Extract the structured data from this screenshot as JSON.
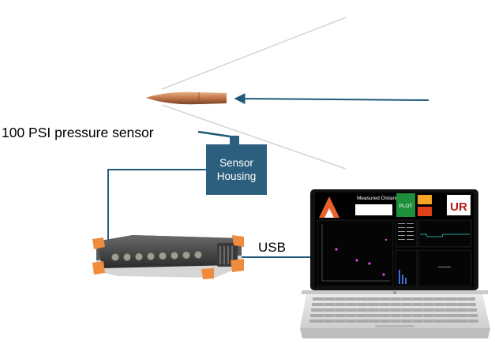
{
  "labels": {
    "pressure_sensor": "100 PSI pressure sensor",
    "sensor_housing_line1": "Sensor",
    "sensor_housing_line2": "Housing",
    "connection": "USB"
  },
  "screen": {
    "title": "Measured Distance",
    "plot_button": "PLOT",
    "logo_text": "UR"
  },
  "colors": {
    "line": "#1f5a7a",
    "housing": "#2c5f7d",
    "bullet": "#b8734a",
    "daq_accent": "#f08a3c",
    "screen_bg": "#000000",
    "plot_button": "#1e8f3a",
    "logo_red": "#b91c1c",
    "triangle_orange": "#e8622a"
  },
  "icons": {
    "bullet": "bullet-icon",
    "daq": "daq-device-icon",
    "laptop": "laptop-icon"
  }
}
